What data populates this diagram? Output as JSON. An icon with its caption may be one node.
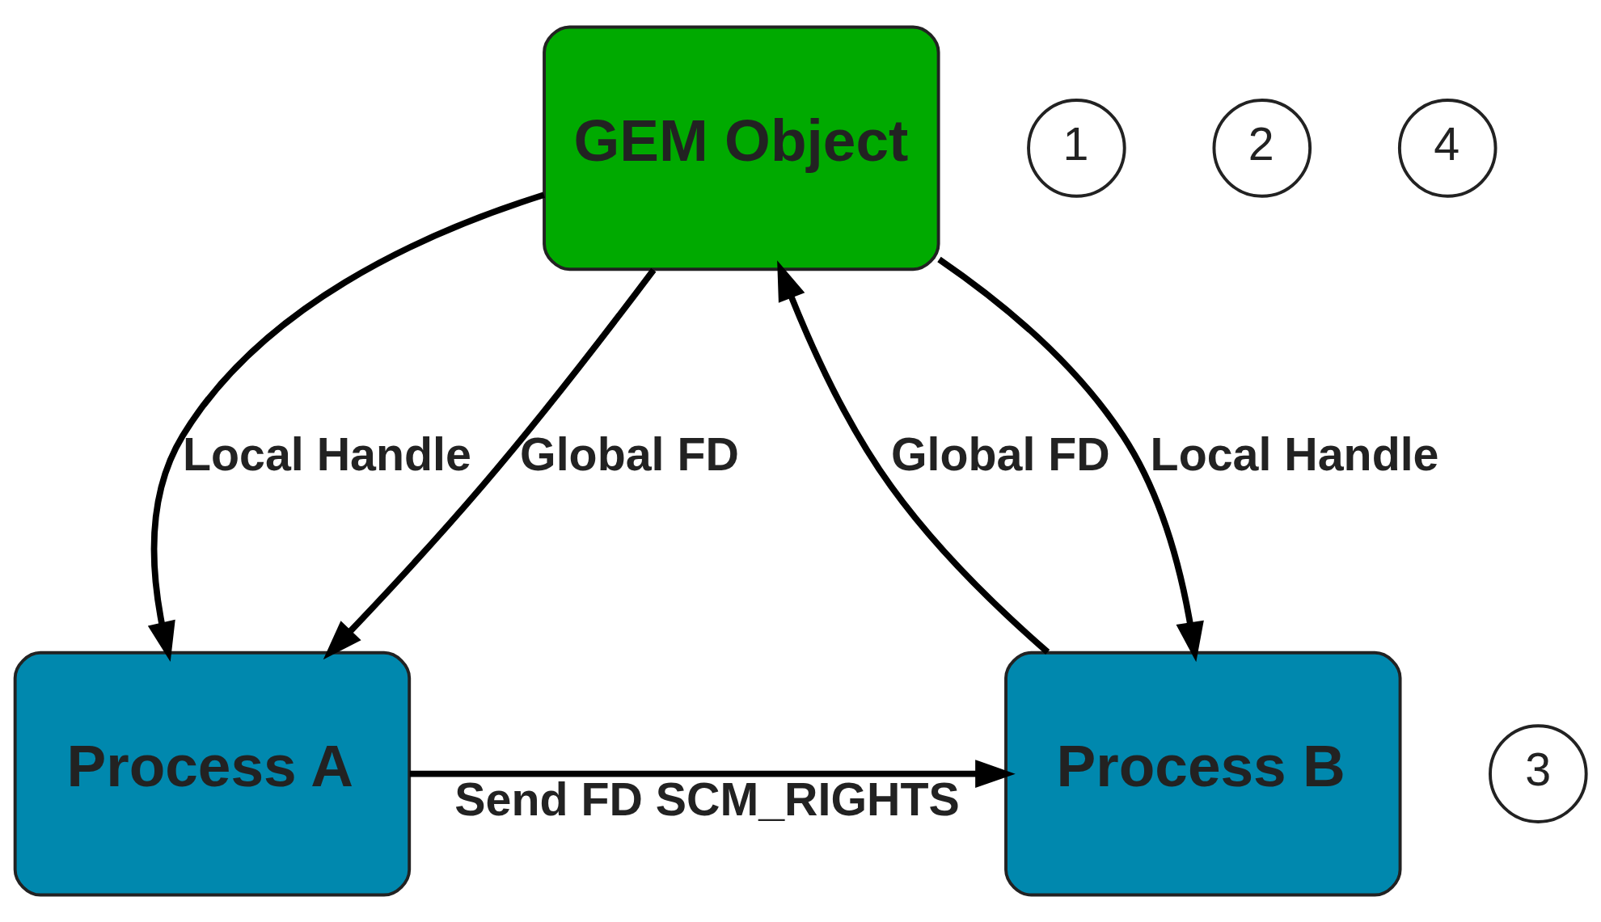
{
  "diagram": {
    "nodes": [
      {
        "text": [
          "Process A"
        ]
      },
      {
        "text": [
          "Process B"
        ]
      },
      {
        "text": [
          "3"
        ]
      },
      {
        "text": [
          "1"
        ]
      },
      {
        "text": [
          "2"
        ]
      },
      {
        "text": [
          "4"
        ]
      },
      {
        "text": [
          "GEM Object"
        ]
      }
    ],
    "edges": [
      {
        "from": 0,
        "to": 1,
        "arrow": "to",
        "label": "Send FD SCM_RIGHTS"
      },
      {
        "from": 6,
        "to": 0,
        "arrow": "to",
        "label": "Local Handle"
      },
      {
        "from": 6,
        "to": 0,
        "arrow": "to",
        "label": "Global FD"
      },
      {
        "from": 1,
        "to": 6,
        "arrow": "to",
        "label": "Global FD"
      },
      {
        "from": 6,
        "to": 1,
        "arrow": "to",
        "label": "Local Handle"
      }
    ]
  }
}
